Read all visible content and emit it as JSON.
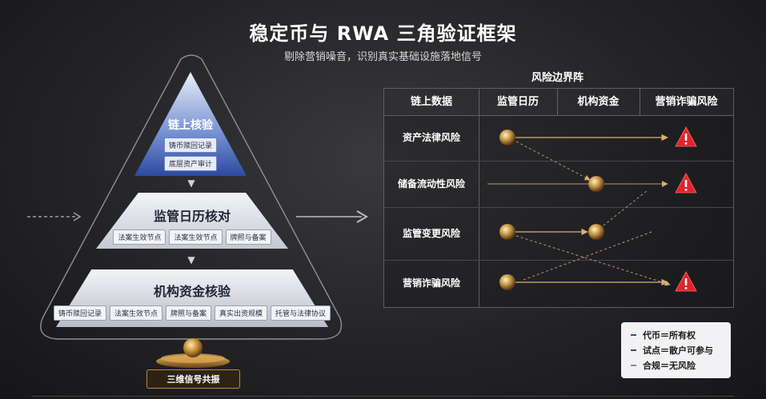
{
  "title": "稳定币与 RWA 三角验证框架",
  "subtitle": "剔除营销噪音，识别真实基础设施落地信号",
  "pyramid": {
    "top": {
      "label": "链上核验",
      "chips": [
        "铸币赎回记录",
        "底层资产审计"
      ]
    },
    "middle": {
      "label": "监管日历核对",
      "chips": [
        "法案生效节点",
        "法案生效节点",
        "牌照与备案"
      ]
    },
    "bottom": {
      "label": "机构资金核验",
      "chips": [
        "铸币赎回记录",
        "法案生效节点",
        "牌照与备案",
        "真实出资规模",
        "托管与法律协议"
      ]
    },
    "base_label": "三维信号共振"
  },
  "matrix": {
    "title": "风险边界阵",
    "columns": [
      "链上数据",
      "监管日历",
      "机构资金",
      "营销诈骗风险"
    ],
    "rows": [
      "资产法律风险",
      "储备流动性风险",
      "监管变更风险",
      "营销诈骗风险"
    ],
    "warning_icon": "warning-triangle-icon"
  },
  "legend": [
    {
      "label": "代币＝所有权",
      "color": "#2c4f9e"
    },
    {
      "label": "试点＝散户可参与",
      "color": "#4a4a4a"
    },
    {
      "label": "合规＝无风险",
      "color": "#8a8a8a"
    }
  ],
  "colors": {
    "accent_blue": "#2d4aa0",
    "gold": "#c9994a",
    "warning_red": "#e0242a"
  }
}
